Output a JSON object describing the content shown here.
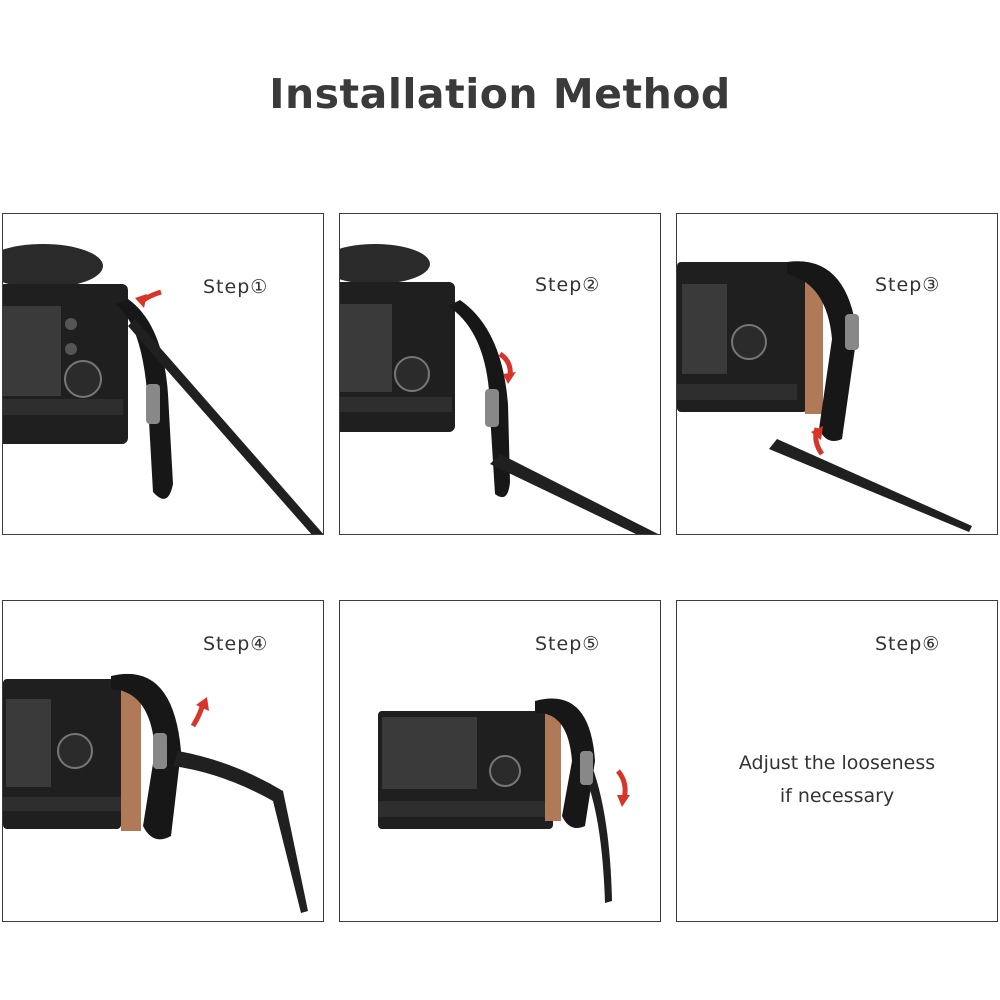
{
  "title": "Installation Method",
  "steps": [
    {
      "label": "Step①",
      "image": "camera-strap-step-1-photo"
    },
    {
      "label": "Step②",
      "image": "camera-strap-step-2-photo"
    },
    {
      "label": "Step③",
      "image": "camera-strap-step-3-photo"
    },
    {
      "label": "Step④",
      "image": "camera-strap-step-4-photo"
    },
    {
      "label": "Step⑤",
      "image": "camera-strap-step-5-photo"
    },
    {
      "label": "Step⑥",
      "note_line1": "Adjust the looseness",
      "note_line2": "if necessary"
    }
  ],
  "colors": {
    "arrow": "#d8352a",
    "border": "#3c3c3c",
    "camera": "#1f1f1f",
    "leather": "#b07a58"
  }
}
